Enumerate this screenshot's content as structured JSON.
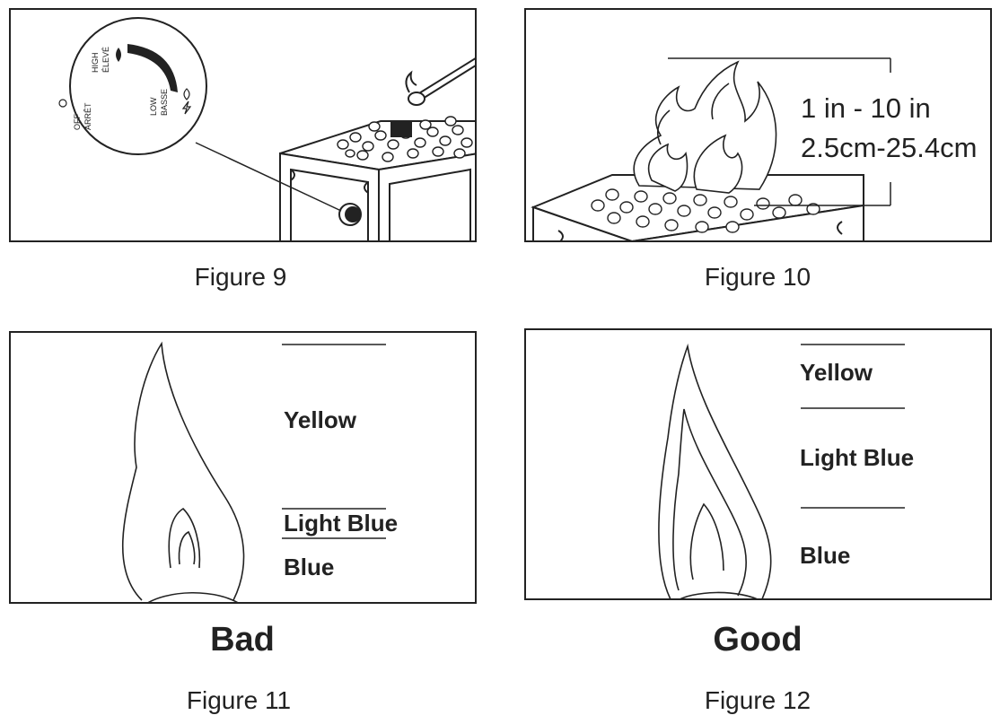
{
  "figures": {
    "fig9": {
      "caption": "Figure 9",
      "knob": {
        "off": "OFF",
        "off_fr": "ARRÊT",
        "high": "HIGH",
        "high_fr": "ÉLEVÉ",
        "low": "LOW",
        "low_fr": "BASSE"
      }
    },
    "fig10": {
      "caption": "Figure 10",
      "height_in": "1 in - 10 in",
      "height_cm": "2.5cm-25.4cm"
    },
    "fig11": {
      "caption": "Figure 11",
      "verdict": "Bad",
      "labels": {
        "yellow": "Yellow",
        "light_blue": "Light Blue",
        "blue": "Blue"
      }
    },
    "fig12": {
      "caption": "Figure 12",
      "verdict": "Good",
      "labels": {
        "yellow": "Yellow",
        "light_blue": "Light Blue",
        "blue": "Blue"
      }
    }
  }
}
